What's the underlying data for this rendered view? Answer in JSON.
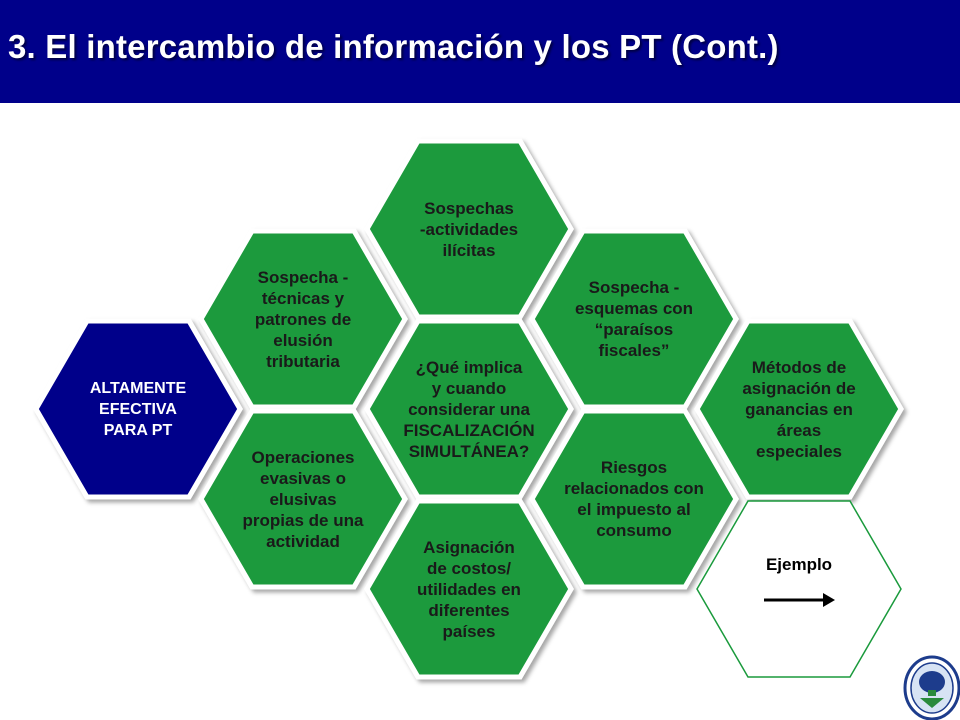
{
  "title": "3. El intercambio de información y los PT (Cont.)",
  "colors": {
    "title_bar": "#00008a",
    "hex_green": "#1a9a3c",
    "hex_navy": "#00008a",
    "hex_white": "#ffffff",
    "hex_border": "#ffffff"
  },
  "hexagons": [
    {
      "id": "altamente",
      "text": "ALTAMENTE\nEFECTIVA\nPARA PT",
      "style": "dark"
    },
    {
      "id": "tecnicas",
      "text": "Sospecha -\ntécnicas y\npatrones de\nelusión\ntributaria",
      "style": "green"
    },
    {
      "id": "operaciones",
      "text": "Operaciones\nevasivas o\nelusivas\npropias de una\nactividad",
      "style": "green"
    },
    {
      "id": "ilicitas",
      "text": "Sospechas\n-actividades\nilícitas",
      "style": "green"
    },
    {
      "id": "que-implica",
      "text": "¿Qué implica\ny cuando\nconsiderar una\nFISCALIZACIÓN\nSIMULTÁNEA?",
      "style": "green"
    },
    {
      "id": "asignacion",
      "text": "Asignación\nde costos/\nutilidades en\ndiferentes\npaíses",
      "style": "green"
    },
    {
      "id": "paraisos",
      "text": "Sospecha -\nesquemas con\n“paraísos\nfiscales”",
      "style": "green"
    },
    {
      "id": "riesgos",
      "text": "Riesgos\nrelacionados con\nel impuesto al\nconsumo",
      "style": "green"
    },
    {
      "id": "metodos",
      "text": "Métodos de\nasignación de\nganancias en\náreas\nespeciales",
      "style": "green"
    },
    {
      "id": "ejemplo",
      "text": "Ejemplo",
      "style": "white"
    }
  ]
}
